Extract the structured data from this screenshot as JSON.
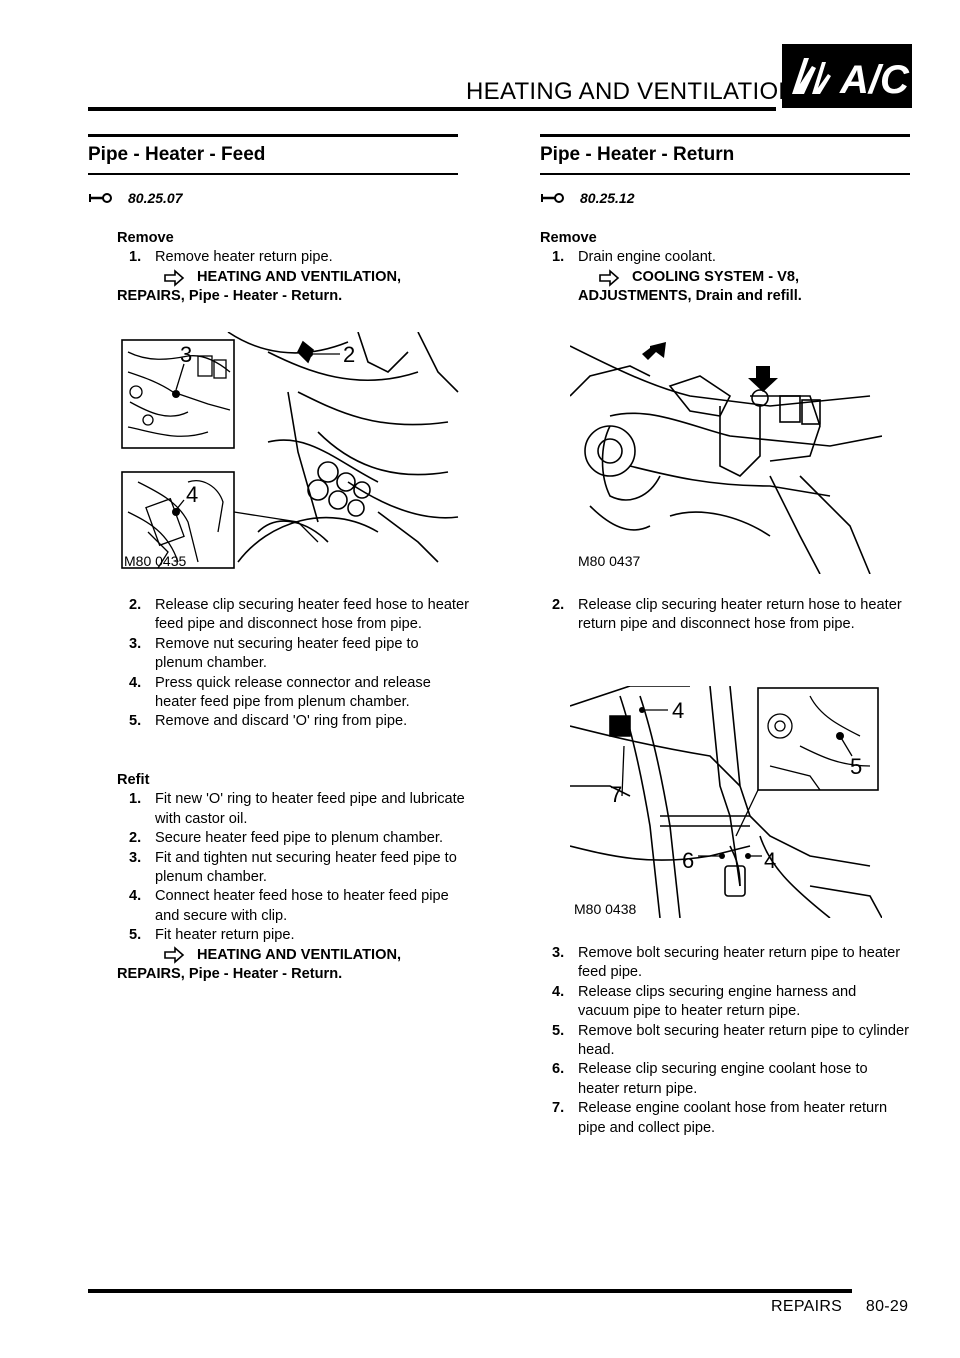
{
  "header": {
    "title": "HEATING AND VENTILATION",
    "logo_text": "A/C"
  },
  "footer": {
    "section": "REPAIRS",
    "page": "80-29"
  },
  "left": {
    "title": "Pipe - Heater - Feed",
    "ref": "80.25.07",
    "remove_head": "Remove",
    "remove_steps": [
      {
        "num": "1.",
        "text": "Remove heater return pipe."
      }
    ],
    "xref1_a": "HEATING AND VENTILATION,",
    "xref1_b": "REPAIRS, Pipe - Heater - Return.",
    "figure": {
      "code": "M80 0435",
      "callouts": [
        "3",
        "2",
        "4"
      ]
    },
    "remove_steps_b": [
      {
        "num": "2.",
        "text": "Release clip securing heater feed hose to heater feed pipe and disconnect hose from pipe."
      },
      {
        "num": "3.",
        "text": "Remove nut securing heater feed pipe to plenum chamber."
      },
      {
        "num": "4.",
        "text": "Press quick release connector and release heater feed pipe from plenum chamber."
      },
      {
        "num": "5.",
        "text": "Remove and discard 'O' ring from pipe."
      }
    ],
    "refit_head": "Refit",
    "refit_steps": [
      {
        "num": "1.",
        "text": "Fit new 'O' ring to heater feed pipe and lubricate with castor oil."
      },
      {
        "num": "2.",
        "text": "Secure heater feed pipe to plenum chamber."
      },
      {
        "num": "3.",
        "text": "Fit and tighten nut securing heater feed pipe to plenum chamber."
      },
      {
        "num": "4.",
        "text": "Connect heater feed hose to heater feed pipe and secure with clip."
      },
      {
        "num": "5.",
        "text": "Fit heater return pipe."
      }
    ],
    "xref2_a": "HEATING AND VENTILATION,",
    "xref2_b": "REPAIRS, Pipe - Heater - Return."
  },
  "right": {
    "title": "Pipe - Heater - Return",
    "ref": "80.25.12",
    "remove_head": "Remove",
    "remove_steps": [
      {
        "num": "1.",
        "text": "Drain engine coolant."
      }
    ],
    "xref1_a": "COOLING SYSTEM - V8,",
    "xref1_b": "ADJUSTMENTS, Drain and refill.",
    "figure1": {
      "code": "M80 0437"
    },
    "remove_steps_b": [
      {
        "num": "2.",
        "text": "Release clip securing heater return hose  to heater return pipe and disconnect hose from pipe."
      }
    ],
    "figure2": {
      "code": "M80 0438",
      "callouts": [
        "4",
        "5",
        "7",
        "6",
        "4"
      ]
    },
    "remove_steps_c": [
      {
        "num": "3.",
        "text": "Remove bolt securing heater return pipe to heater feed pipe."
      },
      {
        "num": "4.",
        "text": "Release clips securing engine harness and vacuum pipe to heater return pipe."
      },
      {
        "num": "5.",
        "text": "Remove bolt securing heater return pipe to cylinder head."
      },
      {
        "num": "6.",
        "text": "Release clip securing engine coolant hose to heater return pipe."
      },
      {
        "num": "7.",
        "text": "Release engine coolant hose from heater return pipe and collect pipe."
      }
    ]
  }
}
